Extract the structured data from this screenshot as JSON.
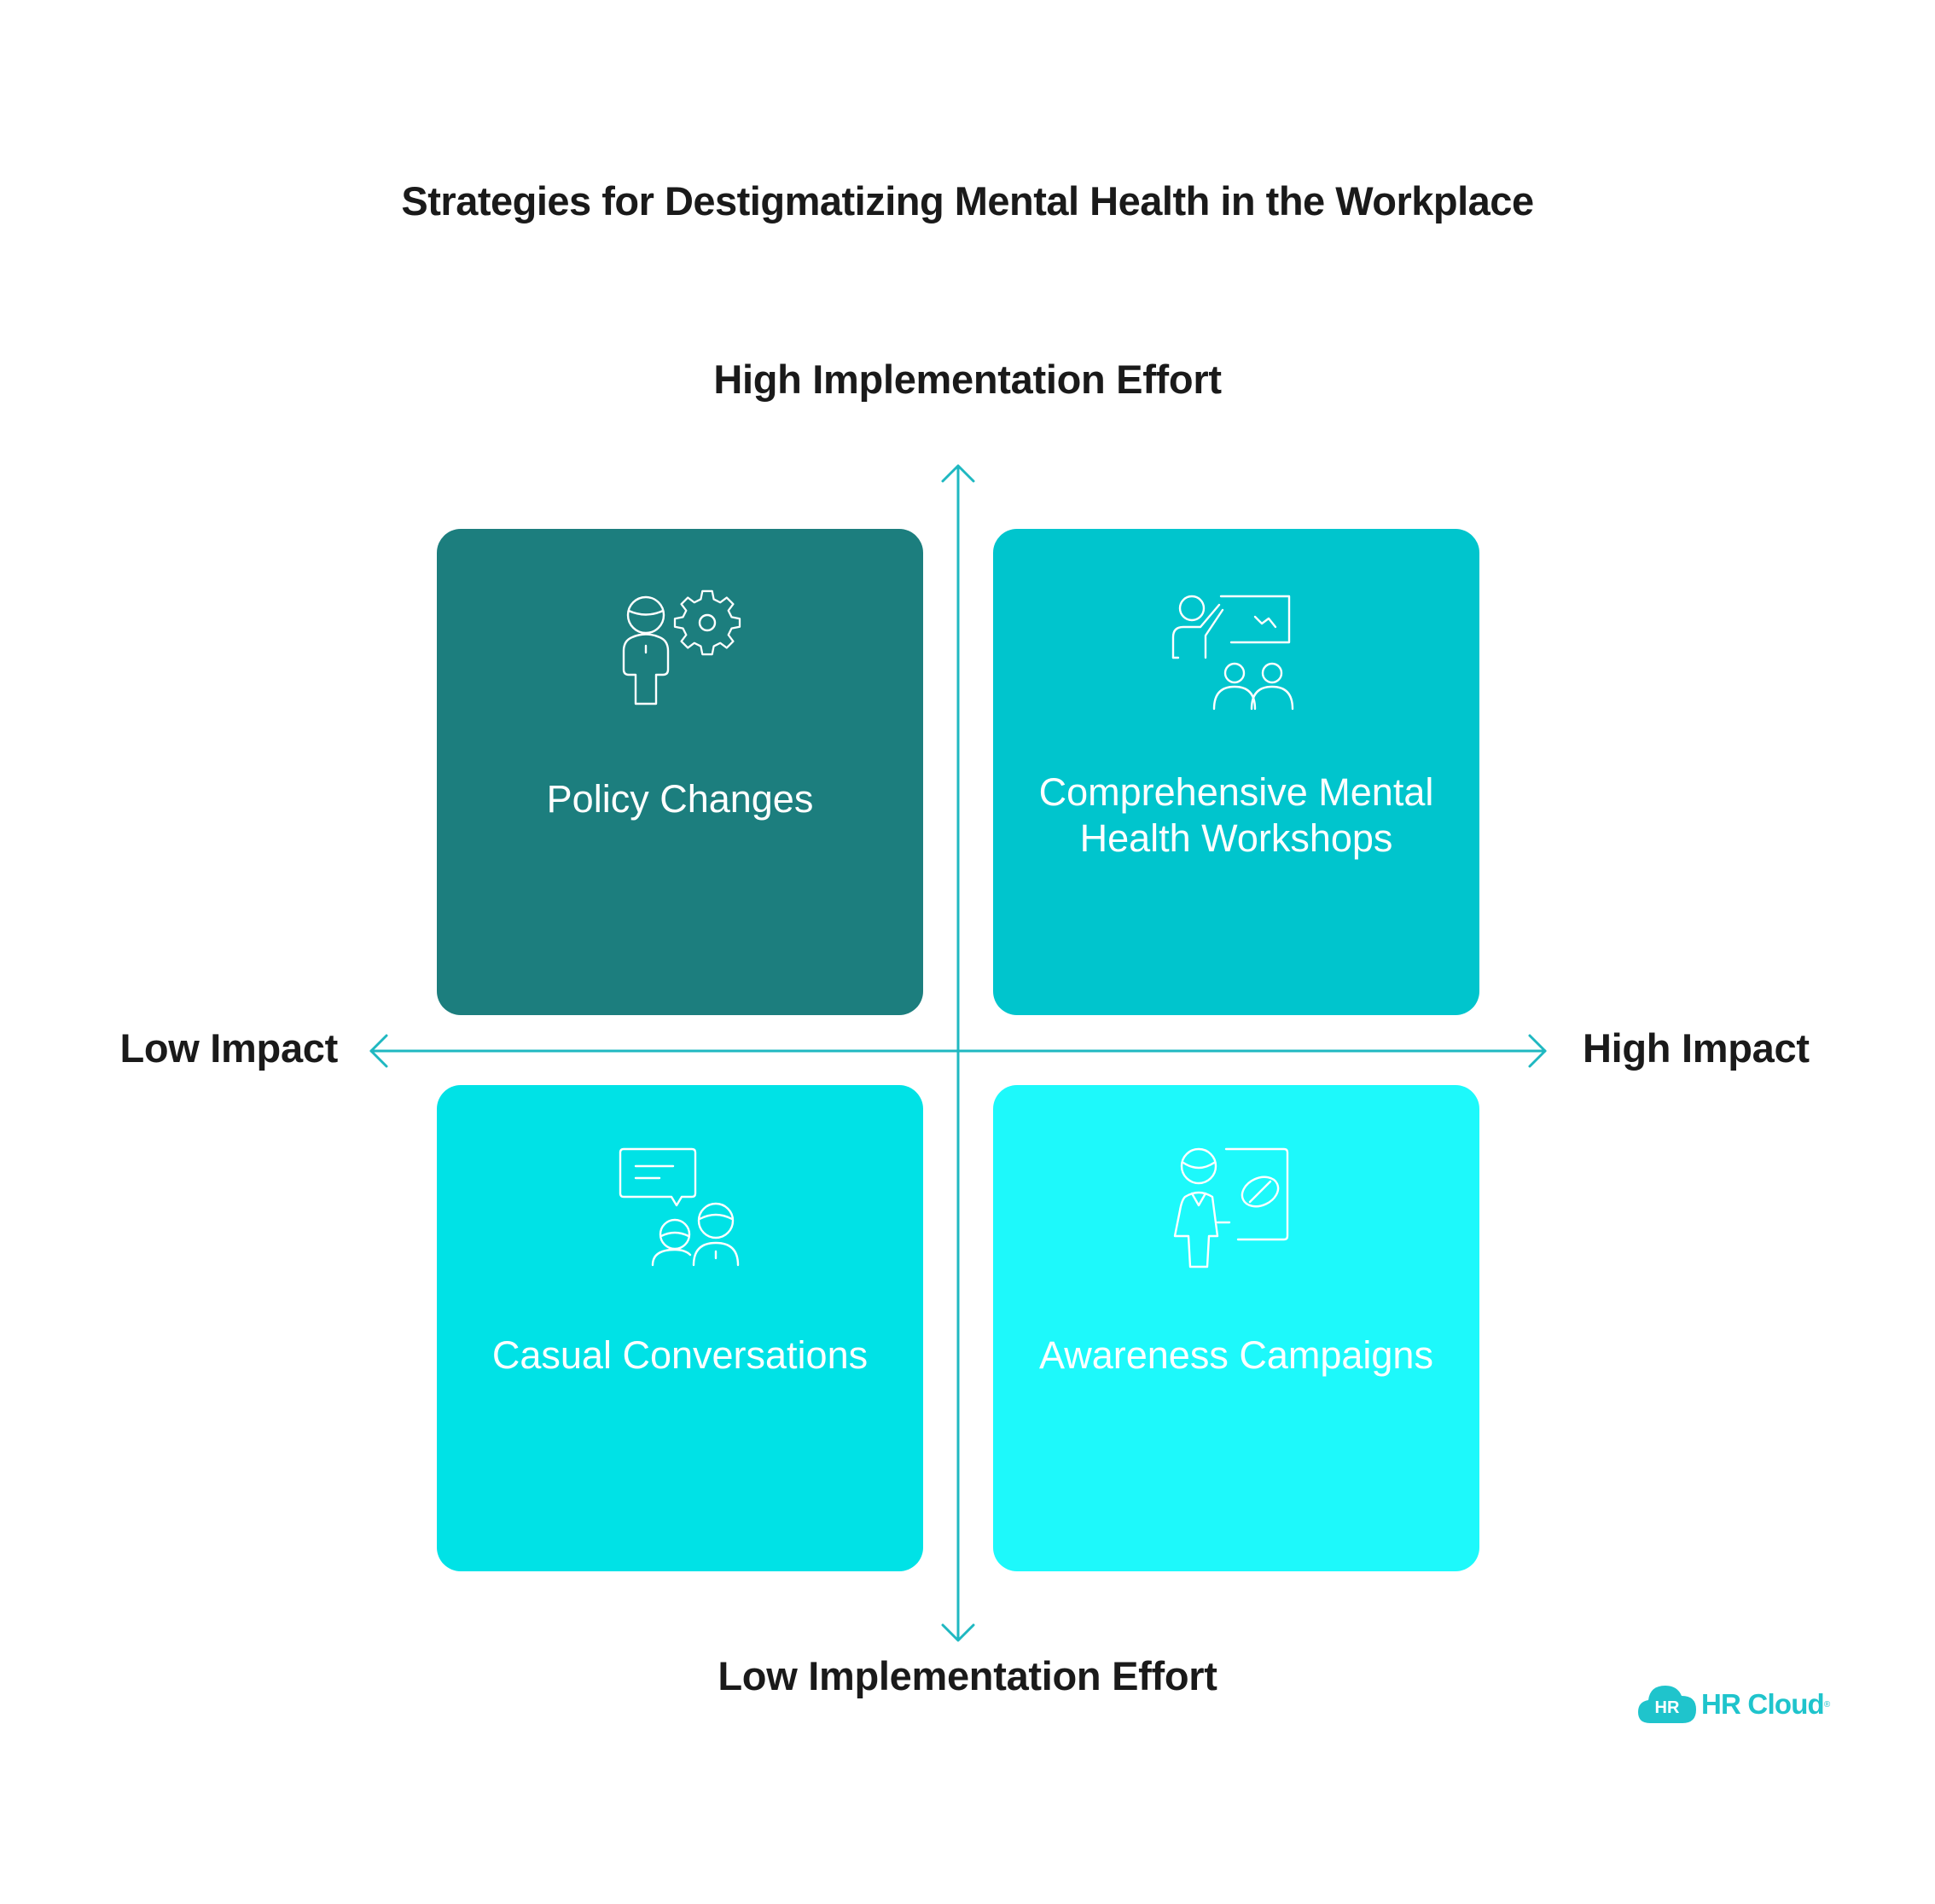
{
  "title": "Strategies for Destigmatizing Mental Health in the Workplace",
  "axes": {
    "top": "High Implementation Effort",
    "bottom": "Low Implementation Effort",
    "left": "Low Impact",
    "right": "High Impact"
  },
  "quadrants": [
    {
      "position": "top-left",
      "label": "Policy Changes",
      "icon": "person-gear-icon",
      "color": "#1c7e7e"
    },
    {
      "position": "top-right",
      "label": "Comprehensive Mental Health Workshops",
      "icon": "presenter-audience-icon",
      "color": "#00c5cd"
    },
    {
      "position": "bottom-left",
      "label": "Casual Conversations",
      "icon": "chat-people-icon",
      "color": "#00e2e6"
    },
    {
      "position": "bottom-right",
      "label": "Awareness Campaigns",
      "icon": "presenter-board-icon",
      "color": "#1df9fb"
    }
  ],
  "colors": {
    "axis": "#1fb8c1",
    "text": "#1a1a1a",
    "brand": "#1fc4cc"
  },
  "logo": {
    "mark": "HR",
    "name": "HR Cloud",
    "trademark": "®"
  }
}
